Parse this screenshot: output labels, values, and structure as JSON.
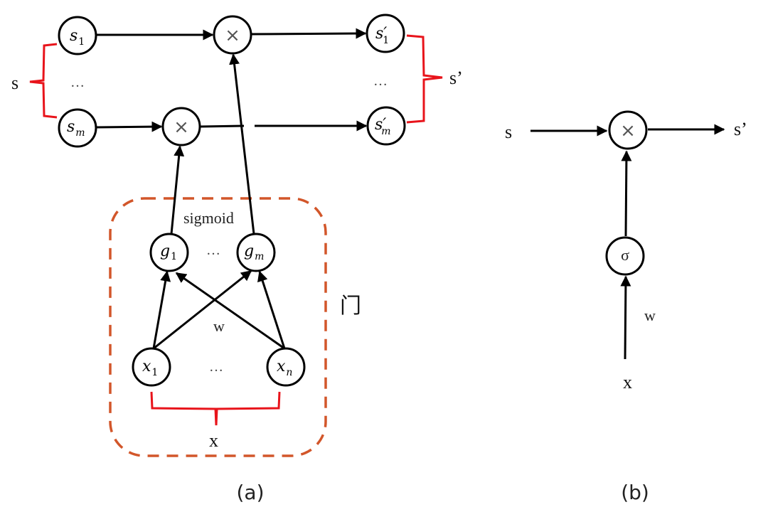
{
  "figure_a": {
    "caption": "(a)",
    "state_input_label": "s",
    "state_output_label": "s’",
    "input_label": "x",
    "weight_label": "w",
    "activation_label": "sigmoid",
    "gate_label": "门",
    "ellipsis": "…",
    "multiply_symbol": "×",
    "state_in_nodes": [
      {
        "base": "s",
        "sub": "1"
      },
      {
        "base": "s",
        "sub": "m"
      }
    ],
    "state_out_nodes": [
      {
        "base": "s′",
        "sub": "1"
      },
      {
        "base": "s′",
        "sub": "m"
      }
    ],
    "gate_nodes": [
      {
        "base": "g",
        "sub": "1"
      },
      {
        "base": "g",
        "sub": "m"
      }
    ],
    "input_nodes": [
      {
        "base": "x",
        "sub": "1"
      },
      {
        "base": "x",
        "sub": "n"
      }
    ],
    "colors": {
      "brace": "#e8141b",
      "gate_box": "#d2562a"
    }
  },
  "figure_b": {
    "caption": "(b)",
    "state_input_label": "s",
    "state_output_label": "s’",
    "input_label": "x",
    "weight_label": "w",
    "activation_symbol": "σ",
    "multiply_symbol": "×"
  }
}
